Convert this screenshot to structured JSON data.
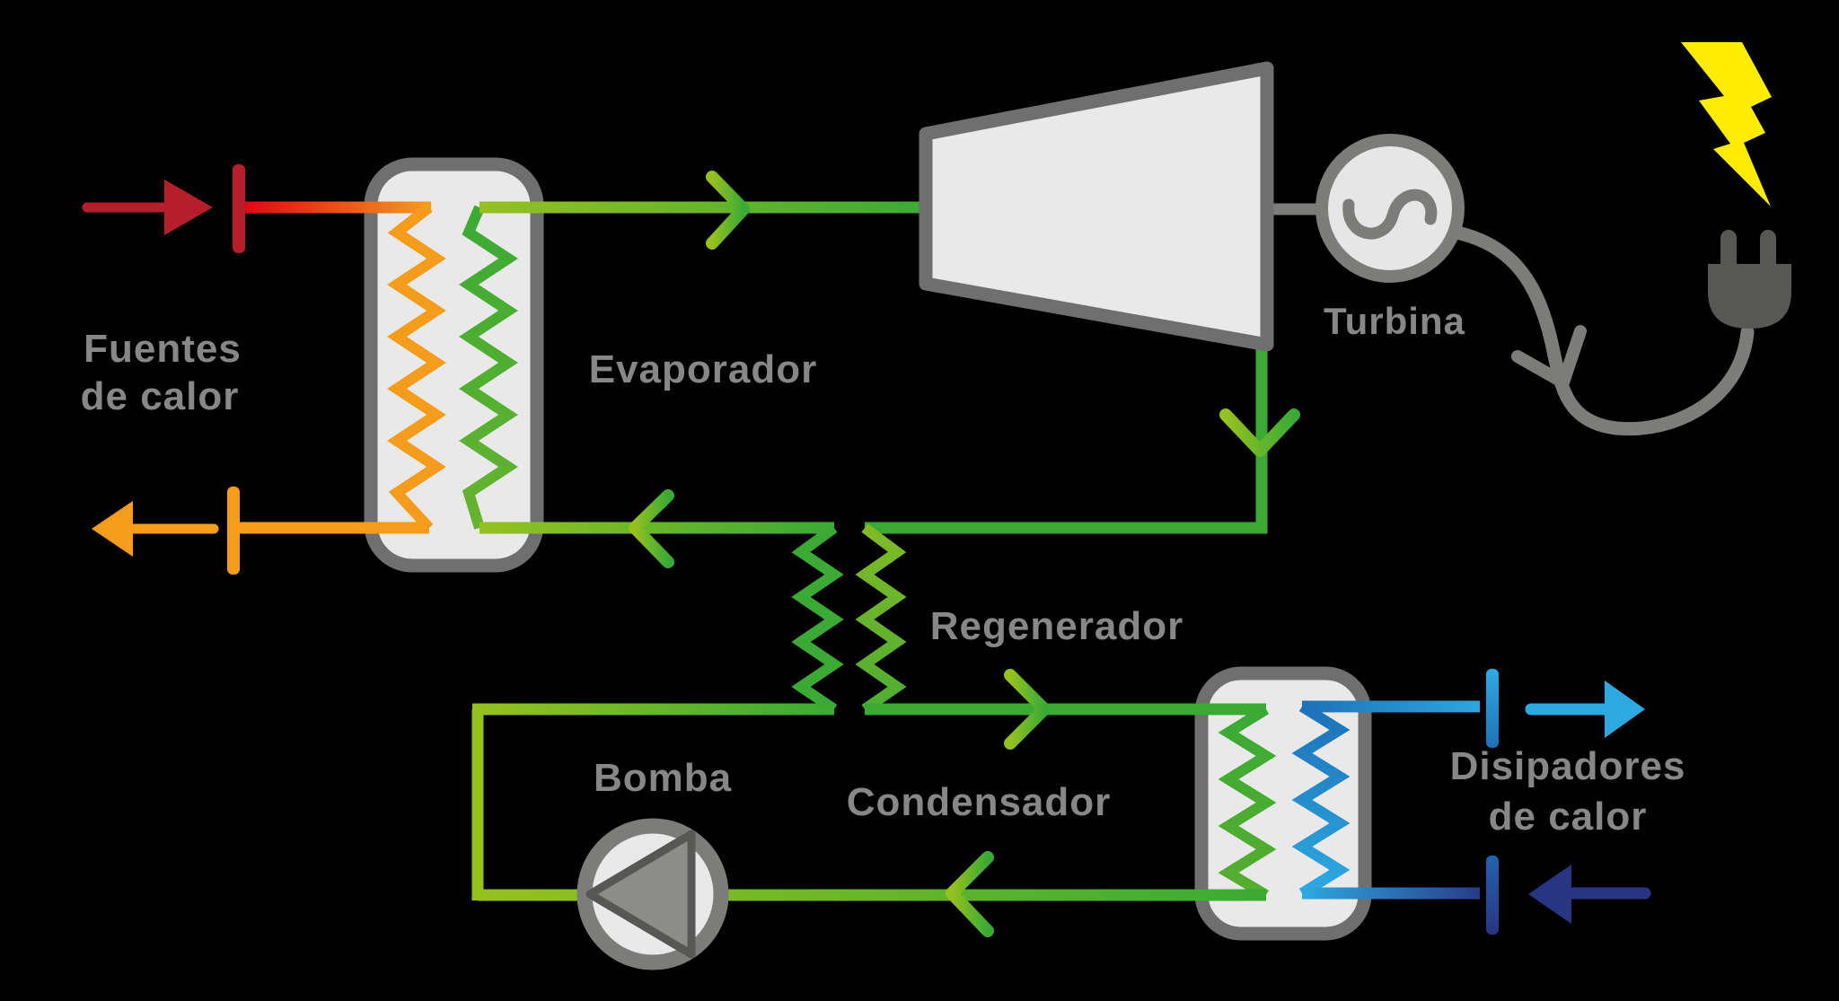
{
  "diagram": {
    "type": "organic-rankine-cycle-schematic",
    "labels": {
      "heat_source_line1": "Fuentes",
      "heat_source_line2": "de calor",
      "evaporator": "Evaporador",
      "turbine": "Turbina",
      "regenerator": "Regenerador",
      "pump": "Bomba",
      "condenser": "Condensador",
      "heat_sink_line1": "Disipadores",
      "heat_sink_line2": "de calor"
    },
    "icons": [
      "lightning-bolt-icon",
      "power-plug-icon",
      "generator-sine-icon",
      "pump-impeller-icon"
    ],
    "colors": {
      "background": "#000000",
      "component_border": "#706f6f",
      "component_fill": "#e9e9ea",
      "machine_gray": "#7c7c7b",
      "dark_gray": "#575756",
      "label_gray": "#878787",
      "hot_dark_red": "#b41f2b",
      "hot_red": "#e30613",
      "hot_orange": "#f59c1d",
      "cycle_lime": "#95c11f",
      "cycle_green": "#3aaa35",
      "cold_cyan": "#2ea9e0",
      "cold_blue": "#1d71b8",
      "cold_navy": "#283583",
      "electric_yellow": "#ffec00"
    }
  }
}
